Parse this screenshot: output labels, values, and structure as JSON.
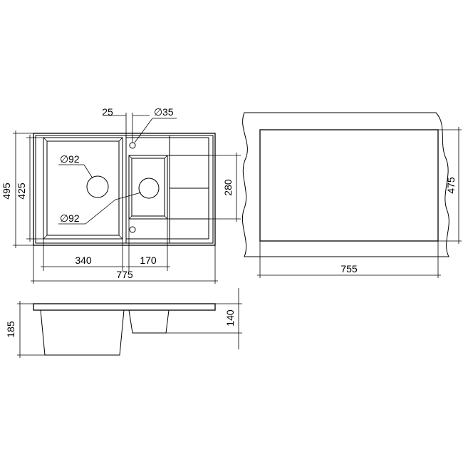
{
  "top_view": {
    "width_overall": "775",
    "height_overall": "495",
    "height_inner": "425",
    "bowl_width": "340",
    "small_bowl_width": "170",
    "small_bowl_height": "280",
    "offset": "25",
    "tap_hole": "35",
    "drain_diameter_1": "92",
    "drain_diameter_2": "92",
    "diameter_symbol": "∅"
  },
  "cutout_view": {
    "width": "755",
    "height": "475"
  },
  "side_view": {
    "depth_main": "185",
    "depth_small": "140"
  }
}
